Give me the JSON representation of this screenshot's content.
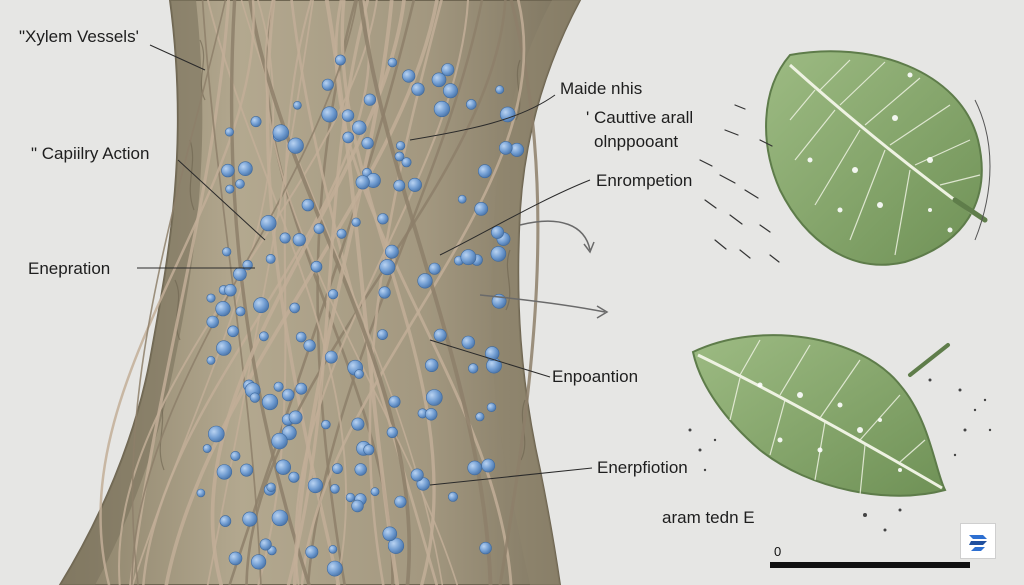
{
  "labels": {
    "xylem_vessels": "\"Xylem Vessels'",
    "capillary_action": "\" Capiilry Action",
    "enepration": "Enepration",
    "maide_nhis": "Maide nhis",
    "caustive_arall": "' Cauttive arall",
    "oinppooant": "olnppooant",
    "enrompetion": "Enrompetion",
    "enpoantion": "Enpoantion",
    "enerpfiotion": "Enerpfiotion",
    "aram_tedn": "aram tedn E"
  },
  "scale": {
    "zero_label": "0"
  },
  "colors": {
    "background": "#e6e6e4",
    "trunk": "#a99f88",
    "trunk_shadow": "#7e7560",
    "fiber": "#c2ae98",
    "water_droplet": "#6f9bd0",
    "leaf": "#8aab6f",
    "leaf_vein": "#eef2e2"
  },
  "icons": {
    "logo": "stylized-arrow-logo-icon"
  }
}
